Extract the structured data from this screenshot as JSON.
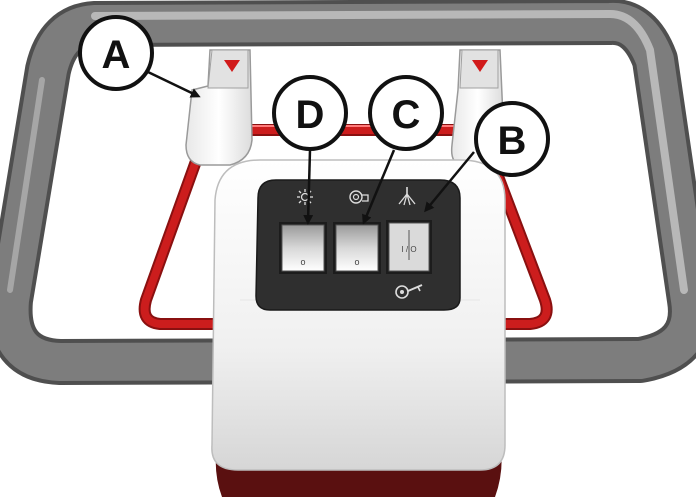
{
  "callouts": [
    {
      "letter": "A",
      "target": "handle-trigger-lever"
    },
    {
      "letter": "B",
      "target": "switch-3"
    },
    {
      "letter": "C",
      "target": "switch-2"
    },
    {
      "letter": "D",
      "target": "switch-1"
    }
  ],
  "switches": [
    {
      "position_mark": "o",
      "icon": "light-icon"
    },
    {
      "position_mark": "o",
      "icon": "vacuum-fan-icon"
    },
    {
      "position_mark": "I / O",
      "icon": "brush-spray-icon"
    }
  ],
  "panel_footer_icon": "key-icon",
  "colors": {
    "frame_gray": "#7d7d7d",
    "frame_highlight": "#b8b8b8",
    "frame_dark": "#4f4f4f",
    "red_bar": "#cc1d1d",
    "trigger_marker": "#d11a1a",
    "panel_dark": "#2f2f2f",
    "housing_white": "#f4f4f4",
    "housing_base": "#5a1010"
  }
}
